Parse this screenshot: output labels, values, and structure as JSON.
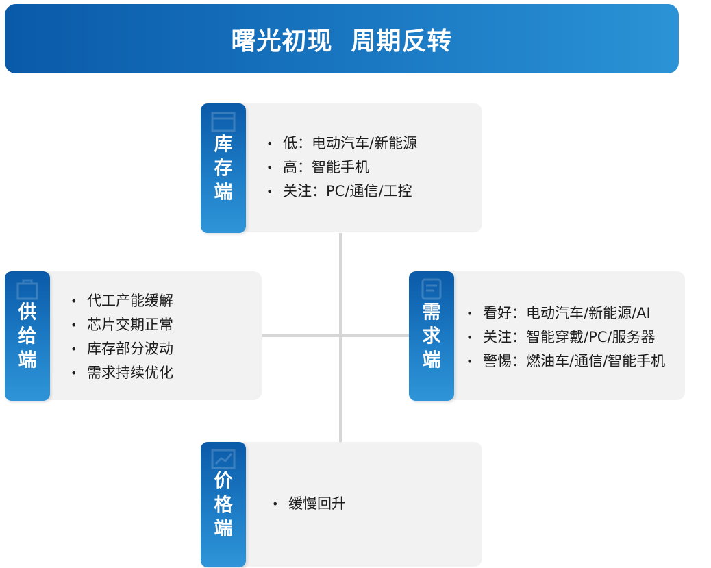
{
  "title": "曙光初现  周期反转",
  "sections": {
    "inventory": {
      "label": [
        "库",
        "存",
        "端"
      ],
      "items": [
        "低：电动汽车/新能源",
        "高：智能手机",
        "关注：PC/通信/工控"
      ]
    },
    "supply": {
      "label": [
        "供",
        "给",
        "端"
      ],
      "items": [
        "代工产能缓解",
        "芯片交期正常",
        "库存部分波动",
        "需求持续优化"
      ]
    },
    "demand": {
      "label": [
        "需",
        "求",
        "端"
      ],
      "items": [
        "看好：电动汽车/新能源/AI",
        "关注：智能穿戴/PC/服务器",
        "警惕：燃油车/通信/智能手机"
      ]
    },
    "price": {
      "label": [
        "价",
        "格",
        "端"
      ],
      "items": [
        "缓慢回升"
      ]
    }
  },
  "colors": {
    "banner_start": "#0a5aa8",
    "banner_end": "#2b93d6",
    "card_bg": "#f2f2f2",
    "connector": "#d6d6d6",
    "text": "#1e1e1e"
  }
}
